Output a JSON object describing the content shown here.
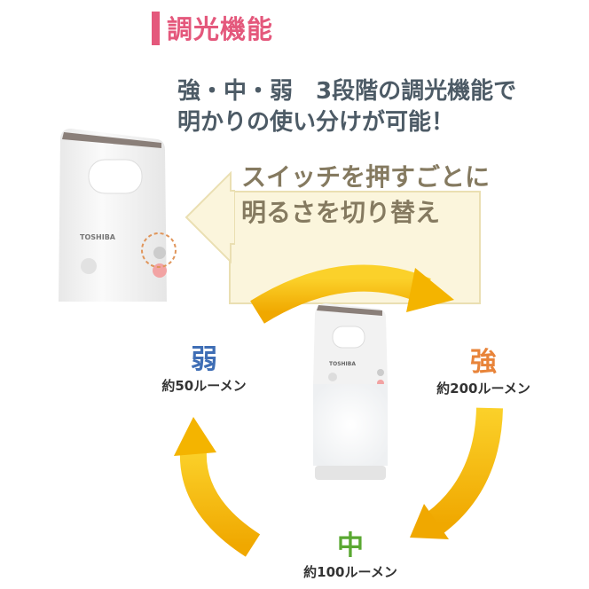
{
  "title": "調光機能",
  "headline": [
    "強・中・弱　3段階の調光機能で",
    "明かりの使い分けが可能！"
  ],
  "callout": [
    "スイッチを押すごとに",
    "明るさを切り替え"
  ],
  "product_logo": "TOSHIBA",
  "levels": {
    "weak": {
      "label": "弱",
      "lumen": "約50ルーメン",
      "color": "#3f6eb5"
    },
    "strong": {
      "label": "強",
      "lumen": "約200ルーメン",
      "color": "#e8843a"
    },
    "medium": {
      "label": "中",
      "lumen": "約100ルーメン",
      "color": "#5aa832"
    }
  },
  "colors": {
    "accent": "#e4587c",
    "arrow": "#f4b400"
  }
}
